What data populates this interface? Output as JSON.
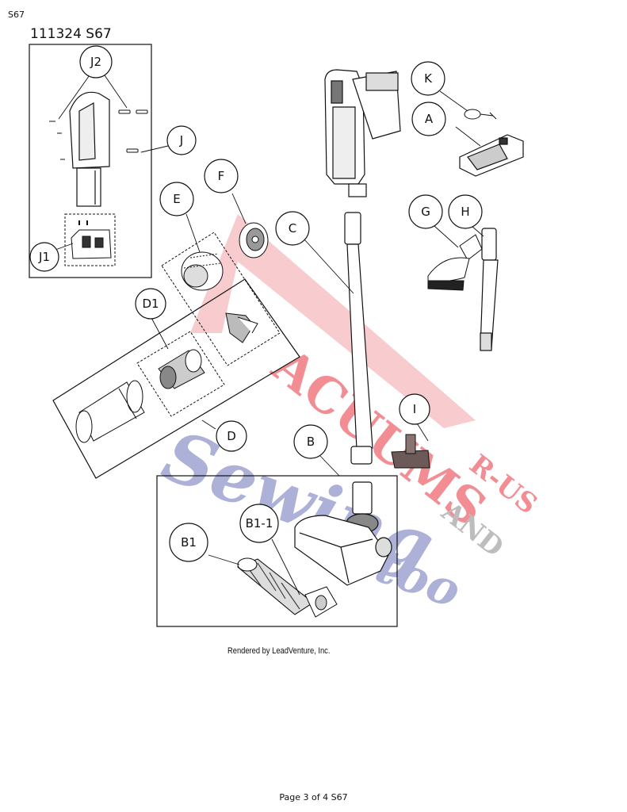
{
  "page": {
    "corner_code": "S67",
    "title": "111324 S67",
    "credit": "Rendered by LeadVenture, Inc.",
    "footer": "Page 3 of 4 S67"
  },
  "watermark": {
    "line1": "ACUUMS",
    "line2": "R-US",
    "line3": "AND",
    "line4": "Sewing",
    "line5": "too",
    "red": "#e8323c",
    "blue": "#5a62b0"
  },
  "callouts": {
    "j2": "J2",
    "j": "J",
    "j1": "J1",
    "e": "E",
    "f": "F",
    "d1": "D1",
    "d": "D",
    "c": "C",
    "k": "K",
    "a": "A",
    "g": "G",
    "h": "H",
    "i": "I",
    "b": "B",
    "b1": "B1",
    "b1_1": "B1-1"
  }
}
